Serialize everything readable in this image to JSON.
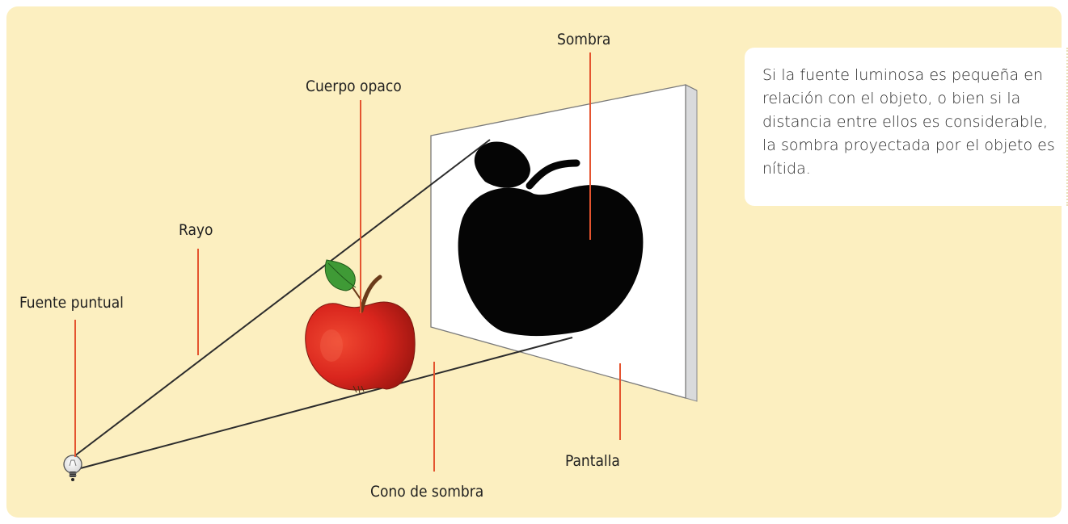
{
  "labels": {
    "shadow": "Sombra",
    "opaque_body": "Cuerpo opaco",
    "ray": "Rayo",
    "point_source": "Fuente puntual",
    "shadow_cone": "Cono de sombra",
    "screen": "Pantalla"
  },
  "note": {
    "text": "Si la fuente luminosa es pequeña en relación con el objeto, o bien si la distancia entre ellos es considerable, la sombra proyectada por el objeto es nítida."
  },
  "colors": {
    "background": "#fcefc0",
    "leader_line": "#e4542f",
    "apple": "#d9251d",
    "leaf": "#3f9a36",
    "shadow": "#050505"
  }
}
